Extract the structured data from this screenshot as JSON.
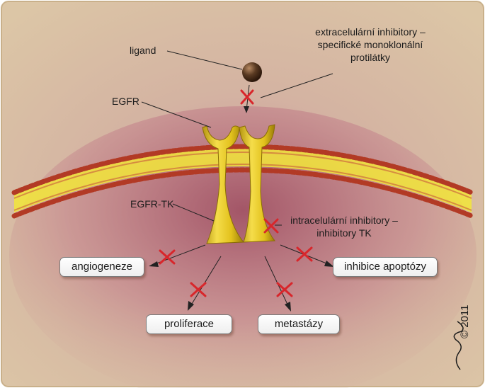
{
  "labels": {
    "ligand": "ligand",
    "egfr": "EGFR",
    "egfr_tk": "EGFR-TK",
    "extracellular_line1": "extracelulární inhibitory –",
    "extracellular_line2": "specifické monoklonální",
    "extracellular_line3": "protilátky",
    "intracellular_line1": "intracelulární inhibitory –",
    "intracellular_line2": "inhibitory TK"
  },
  "outcomes": {
    "angiogenesis": "angiogeneze",
    "apoptosis_inhibition": "inhibice apoptózy",
    "proliferation": "proliferace",
    "metastasis": "metastázy"
  },
  "copyright": "© 2011",
  "colors": {
    "background": "#dcc6a6",
    "membrane_bead": "#b23a25",
    "membrane_core": "#f2e63a",
    "receptor": "#e3c21a",
    "inhibition_x": "#d8262b",
    "ligand": "#5a3a22"
  }
}
